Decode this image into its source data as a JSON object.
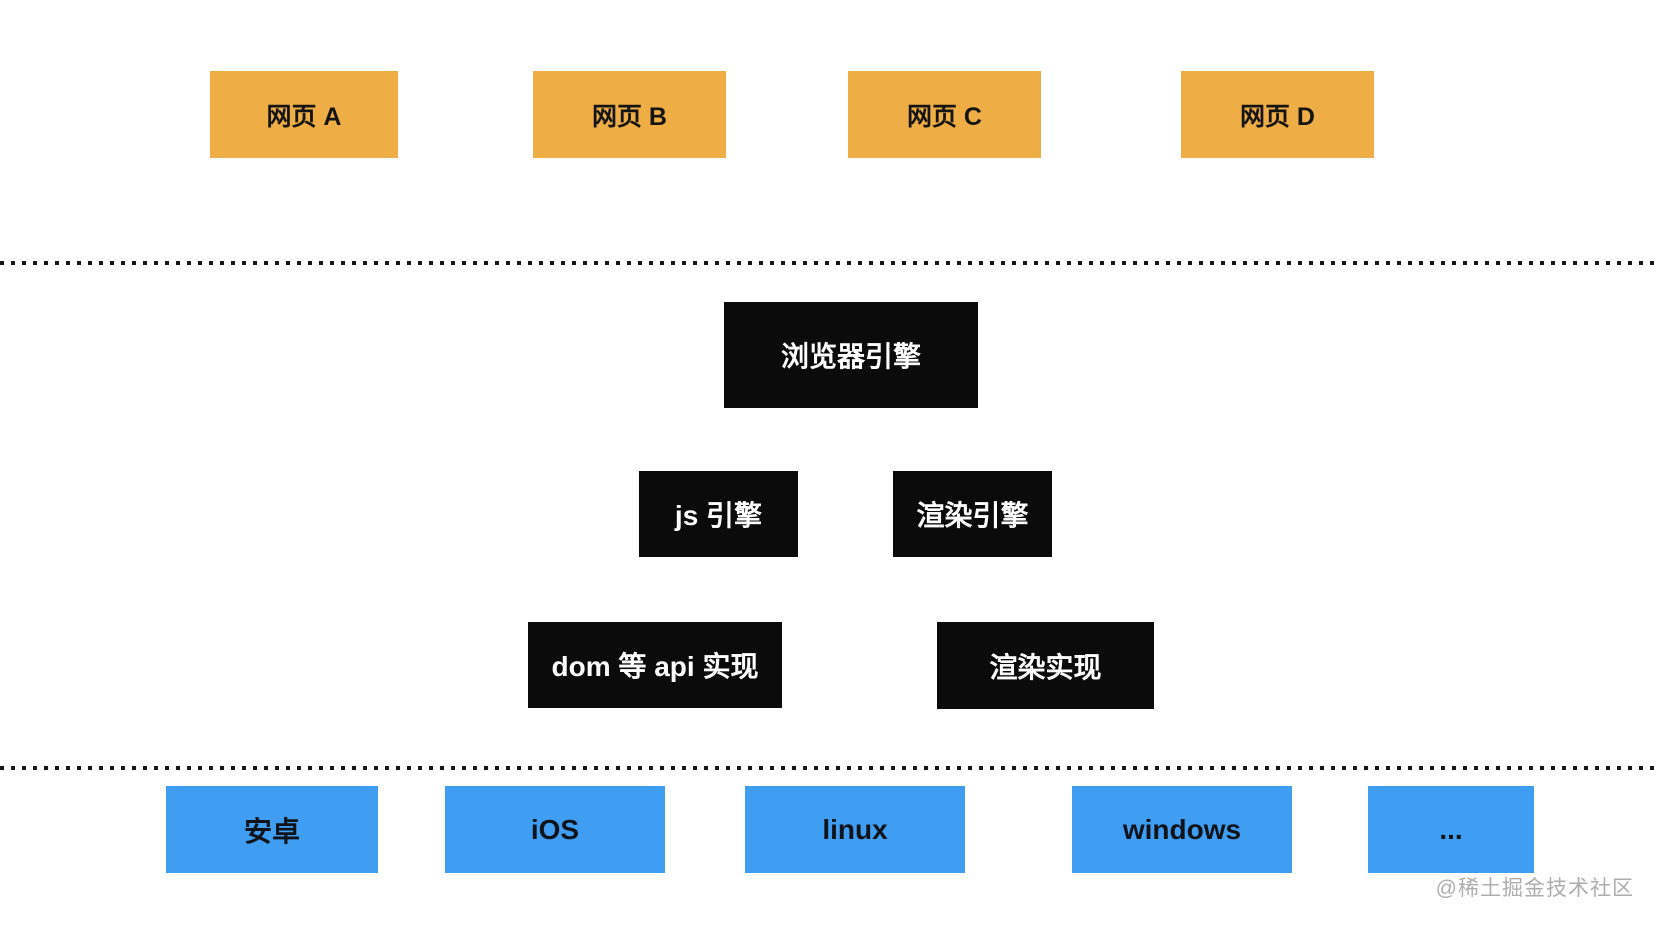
{
  "colors": {
    "page_box_bg": "#EFAE45",
    "engine_box_bg": "#0B0B0B",
    "engine_box_text": "#FFFFFF",
    "os_box_bg": "#3F9EF2",
    "dark_text": "#141414",
    "dotted_line": "#161616",
    "watermark_text": "#AEAEAE",
    "background": "#FFFFFF"
  },
  "pages": [
    "网页 A",
    "网页 B",
    "网页 C",
    "网页 D"
  ],
  "engines": {
    "browser": "浏览器引擎",
    "js": "js 引擎",
    "render": "渲染引擎",
    "dom_api": "dom 等 api 实现",
    "render_impl": "渲染实现"
  },
  "platforms": [
    "安卓",
    "iOS",
    "linux",
    "windows",
    "..."
  ],
  "watermark": "@稀土掘金技术社区"
}
